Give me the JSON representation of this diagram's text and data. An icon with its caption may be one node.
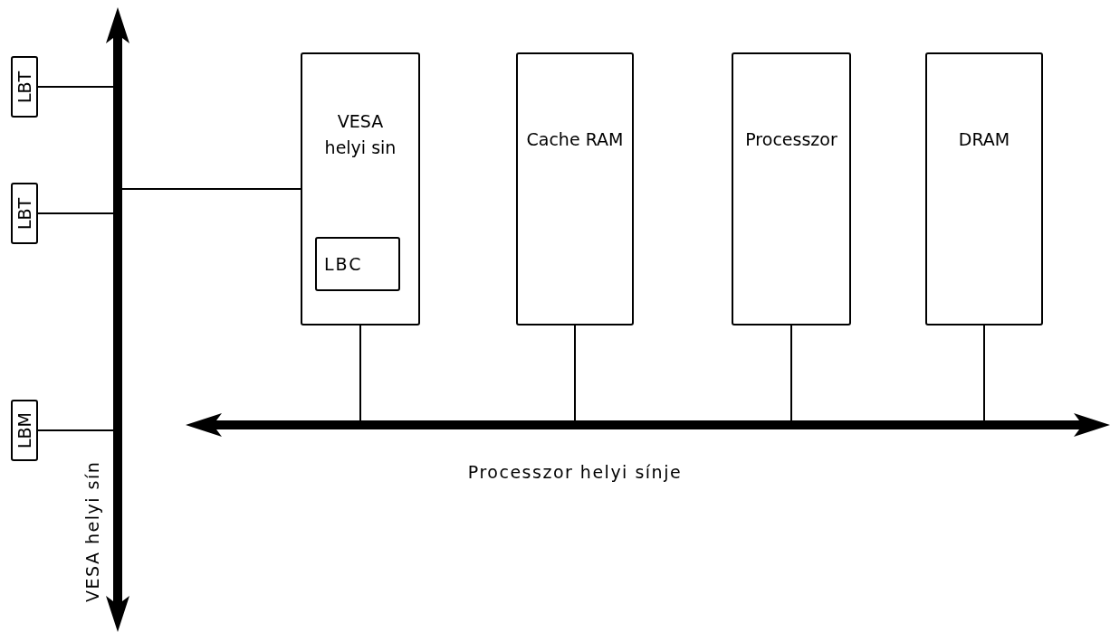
{
  "diagram": {
    "nodes": [
      {
        "text": [
          "LBT"
        ]
      },
      {
        "text": [
          "LBT"
        ]
      },
      {
        "text": [
          "LBM"
        ]
      },
      {
        "text": [],
        "shape": "bar",
        "beside": [
          "VESA helyi sín"
        ]
      },
      {
        "text": [
          "VESA helyi sin"
        ]
      },
      {
        "text": [
          "LBC"
        ],
        "in": 4
      },
      {
        "text": [
          "Cache RAM"
        ]
      },
      {
        "text": [
          "Processzor"
        ]
      },
      {
        "text": [
          "DRAM"
        ]
      },
      {
        "text": [],
        "shape": "bar",
        "beside": [
          "Processzor helyi sínje"
        ]
      }
    ],
    "edges": [
      {
        "from": 0,
        "to": 3,
        "arrow": "none"
      },
      {
        "from": 1,
        "to": 3,
        "arrow": "none"
      },
      {
        "from": 2,
        "to": 3,
        "arrow": "none"
      },
      {
        "from": 4,
        "to": 3,
        "arrow": "none"
      },
      {
        "from": 4,
        "to": 9,
        "arrow": "none"
      },
      {
        "from": 6,
        "to": 9,
        "arrow": "none"
      },
      {
        "from": 7,
        "to": 9,
        "arrow": "none"
      },
      {
        "from": 8,
        "to": 9,
        "arrow": "none"
      }
    ]
  }
}
